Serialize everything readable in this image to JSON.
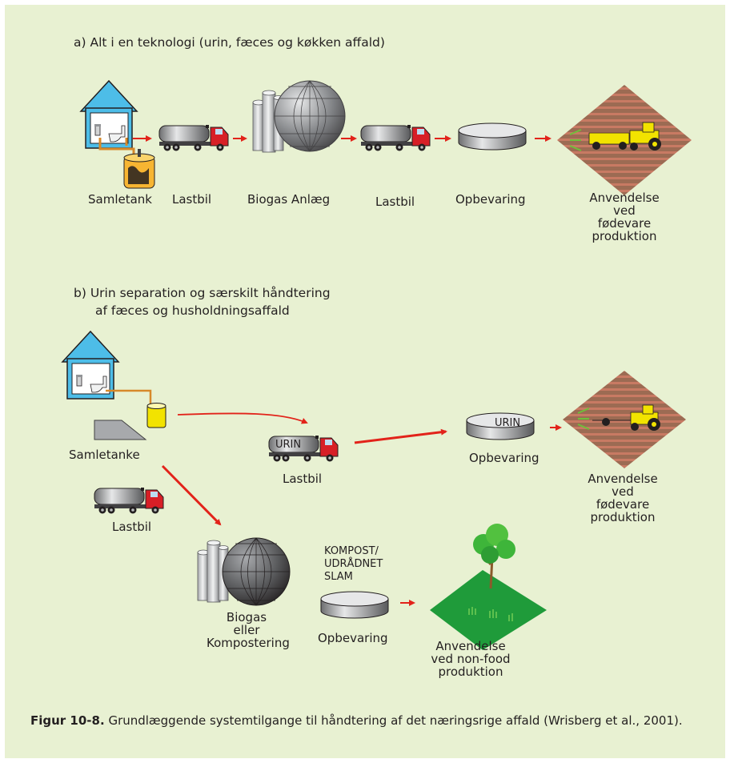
{
  "section_a": {
    "heading": "a)  Alt i en teknologi (urin, fæces og køkken affald)",
    "labels": {
      "samletank": "Samletank",
      "lastbil_1": "Lastbil",
      "biogas": "Biogas Anlæg",
      "lastbil_2": "Lastbil",
      "opbevaring": "Opbevaring",
      "anvendelse": [
        "Anvendelse",
        "ved",
        "fødevare",
        "produktion"
      ]
    }
  },
  "section_b": {
    "heading_line1": "b)  Urin separation og særskilt håndtering",
    "heading_line2": "af fæces og husholdningsaffald",
    "labels": {
      "samletanke": "Samletanke",
      "lastbil_urin": "Lastbil",
      "truck_text": "URIN",
      "tank_text": "URIN",
      "opbevaring_urin": "Opbevaring",
      "anvendelse_food": [
        "Anvendelse",
        "ved",
        "fødevare",
        "produktion"
      ],
      "lastbil_faeces": "Lastbil",
      "biogas": [
        "Biogas",
        "eller",
        "Kompostering"
      ],
      "kompost": [
        "KOMPOST/",
        "UDRÅDNET",
        "SLAM"
      ],
      "opbevaring_kompost": "Opbevaring",
      "anvendelse_nonfood": [
        "Anvendelse",
        "ved non-food",
        "produktion"
      ]
    }
  },
  "caption": {
    "label": "Figur 10-8.",
    "text": " Grundlæggende systemtilgange til håndtering af det næringsrige affald (Wrisberg et al., 2001)."
  },
  "colors": {
    "background": "#e8f1d2",
    "arrow": "#e2231a",
    "house": "#4dbde8",
    "field": "#9a6a53",
    "grass": "#1f9b3a",
    "tractor": "#f2e300"
  }
}
